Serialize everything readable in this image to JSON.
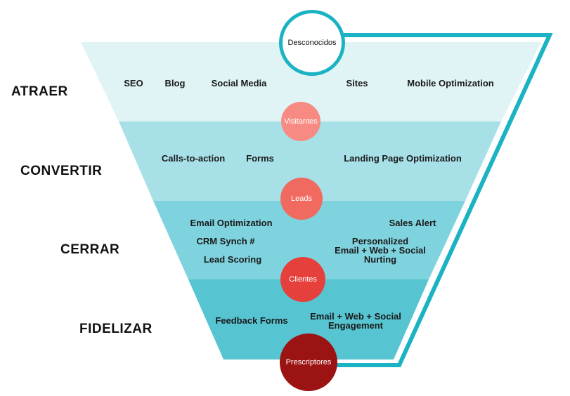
{
  "colors": {
    "band1": "#e0f4f6",
    "band2": "#a8e0e8",
    "band3": "#7fd3de",
    "band4": "#57c4d2",
    "loop": "#1bb3c3",
    "visitantes": "#f78b84",
    "leads": "#f06a60",
    "clientes": "#e5403b",
    "prescriptores": "#9c1313"
  },
  "stages": [
    {
      "id": "atraer",
      "label": "ATRAER"
    },
    {
      "id": "convertir",
      "label": "CONVERTIR"
    },
    {
      "id": "cerrar",
      "label": "CERRAR"
    },
    {
      "id": "fidelizar",
      "label": "FIDELIZAR"
    }
  ],
  "tactics": {
    "atraer": [
      "SEO",
      "Blog",
      "Social Media",
      "Sites",
      "Mobile Optimization"
    ],
    "convertir": [
      "Calls-to-action",
      "Forms",
      "Landing Page Optimization"
    ],
    "cerrar": [
      "Email Optimization",
      "Sales Alert",
      "CRM Synch #",
      "Personalized\nEmail + Web + Social\nNurting",
      "Lead Scoring"
    ],
    "fidelizar": [
      "Feedback Forms",
      "Email + Web + Social\nEngagement"
    ]
  },
  "nodes": [
    "Desconocidos",
    "Visitantes",
    "Leads",
    "Clientes",
    "Prescriptores"
  ]
}
